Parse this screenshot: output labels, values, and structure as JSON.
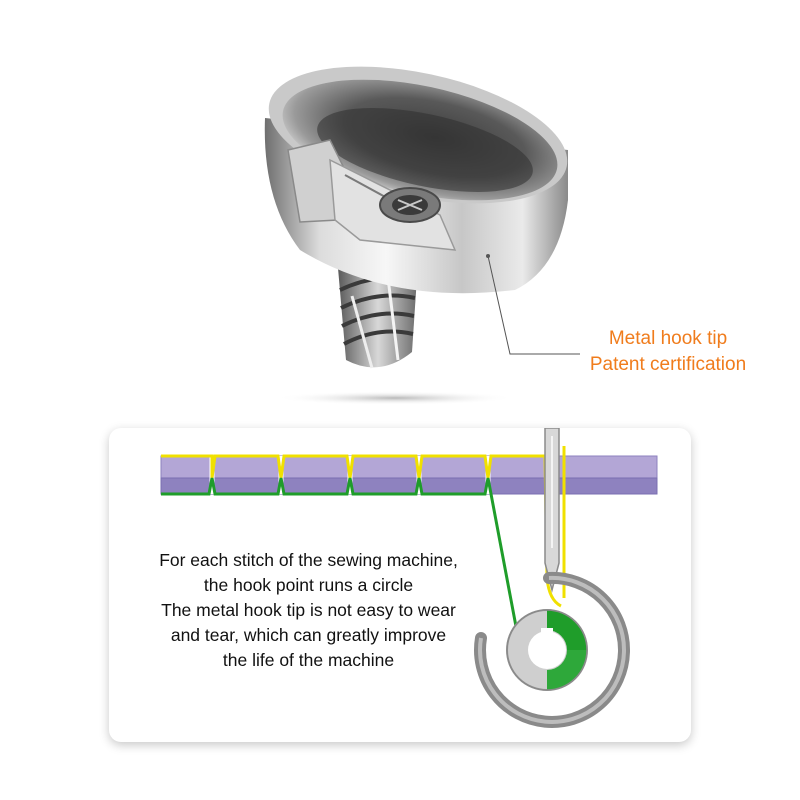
{
  "callout": {
    "line1": "Metal hook tip",
    "line2": "Patent certification"
  },
  "description": {
    "lines": [
      "For each stitch of the sewing machine,",
      "the hook point runs a circle",
      "The metal hook tip is not easy to wear",
      "and tear, which can greatly improve",
      "the life of the machine"
    ]
  },
  "colors": {
    "callout_text": "#f07c1c",
    "upper_fabric": "#b3a6d6",
    "lower_fabric": "#8e82bf",
    "top_thread": "#f0e000",
    "bobbin_thread": "#1f9d2a",
    "hook_ring": "#8a8a8a"
  },
  "icons": {
    "product": "rotary-hook-icon",
    "needle": "needle-icon",
    "bobbin": "bobbin-icon"
  }
}
